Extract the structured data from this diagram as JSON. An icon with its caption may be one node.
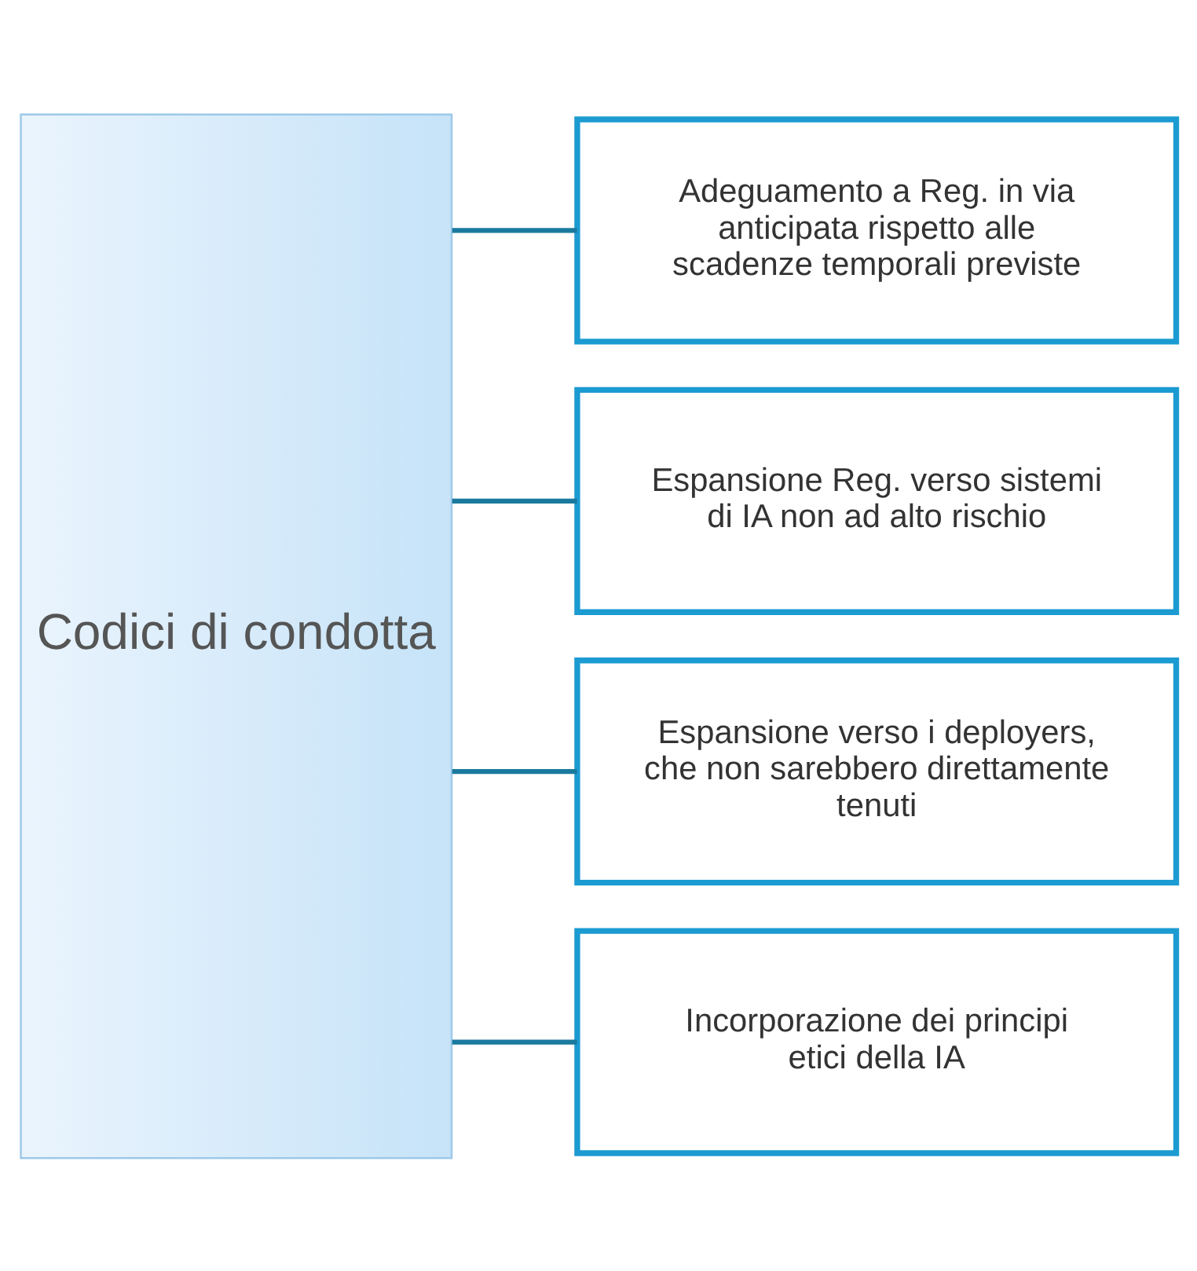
{
  "diagram": {
    "nodes": [
      {
        "text": [
          "Codici di condotta"
        ]
      },
      {
        "text": [
          "Adeguamento a Reg. in via anticipata rispetto alle scadenze temporali previste"
        ]
      },
      {
        "text": [
          "Espansione Reg. verso sistemi di IA non ad alto rischio"
        ]
      },
      {
        "text": [
          "Espansione verso i deployers, che non sarebbero direttamente tenuti"
        ]
      },
      {
        "text": [
          "Incorporazione dei principi etici della IA"
        ]
      }
    ],
    "edges": [
      {
        "from": 0,
        "to": 1,
        "arrow": "none"
      },
      {
        "from": 0,
        "to": 2,
        "arrow": "none"
      },
      {
        "from": 0,
        "to": 3,
        "arrow": "none"
      },
      {
        "from": 0,
        "to": 4,
        "arrow": "none"
      }
    ]
  }
}
